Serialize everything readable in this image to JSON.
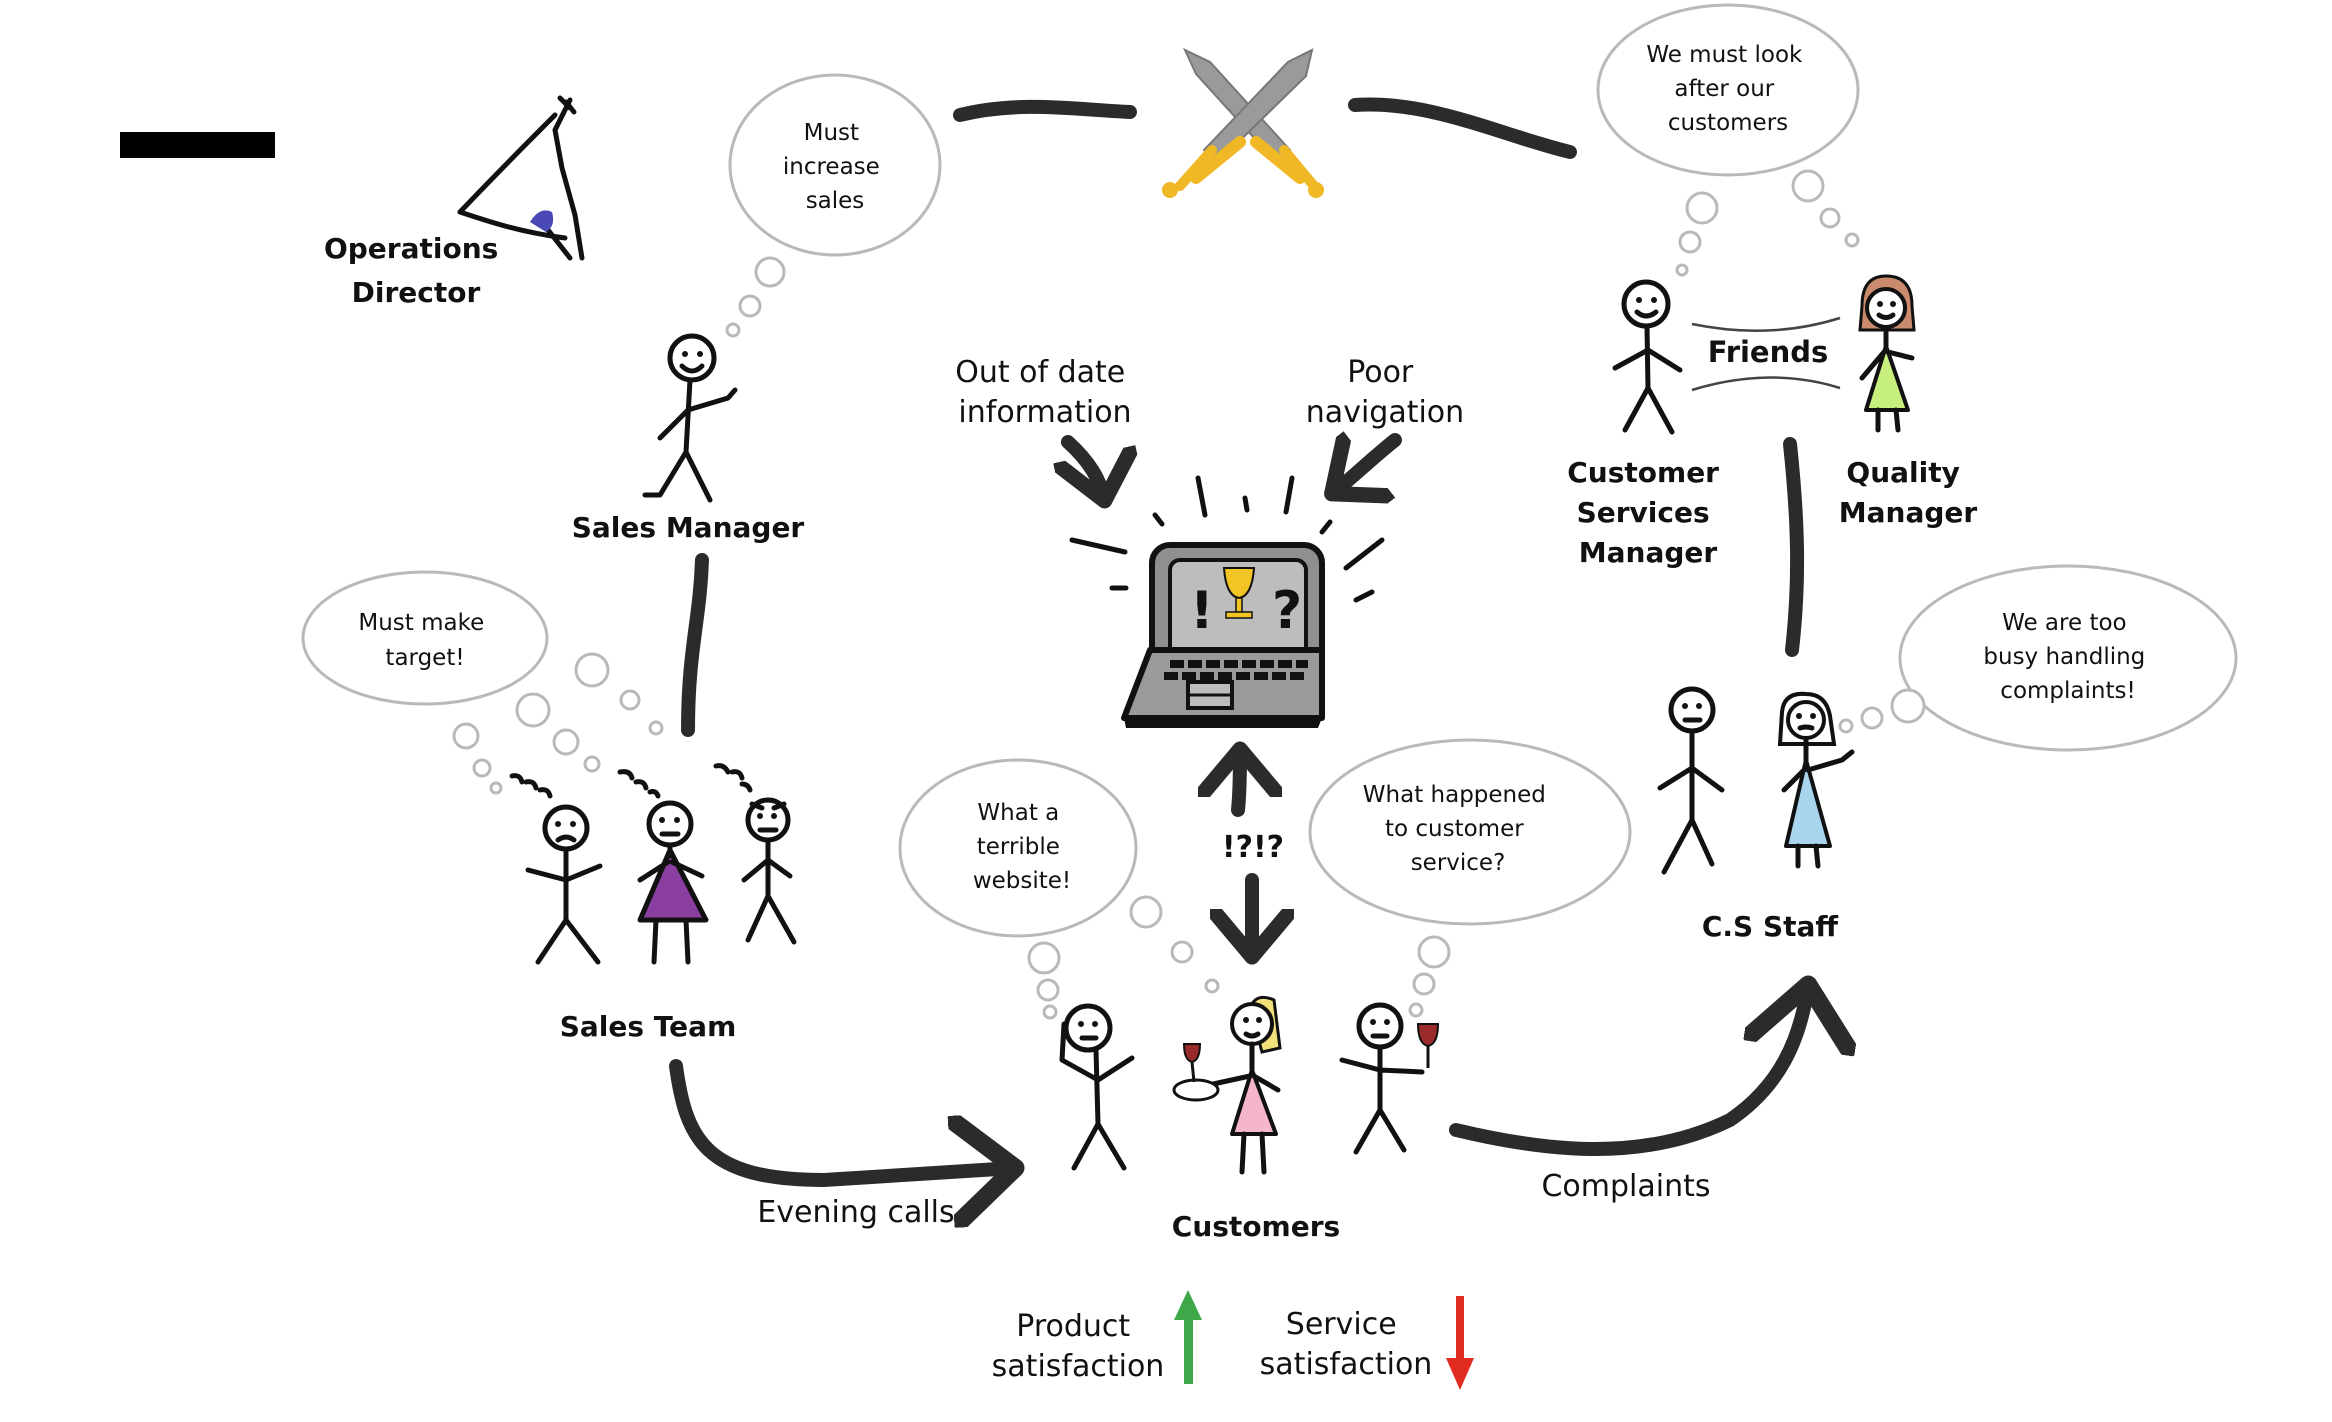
{
  "actors": {
    "operations_director": [
      "Operations",
      "Director"
    ],
    "sales_manager": "Sales Manager",
    "sales_team": "Sales Team",
    "customers": "Customers",
    "cs_staff": "C.S Staff",
    "customer_services_manager": [
      "Customer",
      "Services",
      "Manager"
    ],
    "quality_manager": [
      "Quality",
      "Manager"
    ]
  },
  "relations": {
    "friends": "Friends",
    "evening_calls": "Evening calls",
    "complaints": "Complaints",
    "confusion": "!?!?"
  },
  "website_issues": {
    "out_of_date": [
      "Out of date",
      "information"
    ],
    "poor_navigation": [
      "Poor",
      "navigation"
    ]
  },
  "thoughts": {
    "sales_manager": [
      "Must",
      "increase",
      "sales"
    ],
    "csm": [
      "We must look",
      "after our",
      "customers"
    ],
    "sales_team": [
      "Must make",
      "target!"
    ],
    "cs_staff": [
      "We are too",
      "busy handling",
      "complaints!"
    ],
    "customer_left": [
      "What a",
      "terrible",
      "website!"
    ],
    "customer_right": [
      "What happened",
      "to customer",
      "service?"
    ]
  },
  "satisfaction": {
    "product": {
      "label": [
        "Product",
        "satisfaction"
      ],
      "direction": "up",
      "color": "#3ca84a"
    },
    "service": {
      "label": [
        "Service",
        "satisfaction"
      ],
      "direction": "down",
      "color": "#e02b20"
    }
  },
  "colors": {
    "ink": "#111111",
    "sword_blade": "#9a9a9a",
    "sword_hilt": "#f1b825",
    "purple_dress": "#8a3fa0",
    "pink_dress": "#f4b6c8",
    "green_dress": "#c6ef7e",
    "blue_dress": "#a9d6ee",
    "blonde_hair": "#f3e27a",
    "brown_hair": "#c98a6d",
    "eye_iris": "#4a49b6"
  }
}
